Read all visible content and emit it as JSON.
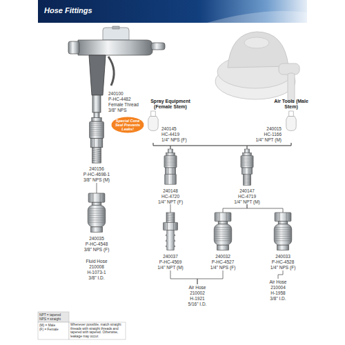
{
  "diagram": {
    "title": "Hose Fittings",
    "nodes": [
      {
        "text": [
          "240100",
          "P-HC-4482",
          "Female Thread",
          "3/8\" NPS"
        ]
      },
      {
        "text": [
          "Special Cone Seal Prevents Leaks!"
        ]
      },
      {
        "text": [
          "Spray Equipment (Female Stem)",
          "240145",
          "HC-4419",
          "1/4\" NPS (F)"
        ]
      },
      {
        "text": [
          "Air Tools (Male Stem)",
          "240015",
          "HC-1166",
          "1/4\" NPT (M)"
        ]
      },
      {
        "text": [
          "240156",
          "P-HC-4698-1",
          "3/8\" NPS (M)"
        ]
      },
      {
        "text": [
          "240148",
          "HC-4720",
          "1/4\" NPT (F)"
        ]
      },
      {
        "text": [
          "240147",
          "HC-4719",
          "1/4\" NPT (M)"
        ]
      },
      {
        "text": [
          "240035",
          "P-HC-4548",
          "3/8\" NPS (F)"
        ]
      },
      {
        "text": [
          "240037",
          "P-HC-4569",
          "1/4\" NPT (M)"
        ]
      },
      {
        "text": [
          "240032",
          "P-HC-4527",
          "1/4\" NPS (F)"
        ]
      },
      {
        "text": [
          "240033",
          "P-HC-4528",
          "1/4\" NPS (F)"
        ]
      },
      {
        "text": [
          "Air Hose",
          "210002",
          "H-1921",
          "5/16\" I.D."
        ]
      },
      {
        "text": [
          "Air Hose",
          "210004",
          "H-1958",
          "3/8\" I.D."
        ]
      }
    ],
    "edges": [
      {
        "from": 0,
        "to": 4,
        "arrow": "none"
      },
      {
        "from": 4,
        "to": 7,
        "arrow": "none"
      },
      {
        "from": 2,
        "to": 5,
        "arrow": "none"
      },
      {
        "from": 2,
        "to": 6,
        "arrow": "none"
      },
      {
        "from": 3,
        "to": 5,
        "arrow": "none"
      },
      {
        "from": 3,
        "to": 6,
        "arrow": "none"
      },
      {
        "from": 5,
        "to": 8,
        "arrow": "none"
      },
      {
        "from": 6,
        "to": 9,
        "arrow": "none"
      },
      {
        "from": 6,
        "to": 10,
        "arrow": "none"
      },
      {
        "from": 8,
        "to": 11,
        "arrow": "none"
      },
      {
        "from": 9,
        "to": 11,
        "arrow": "none"
      },
      {
        "from": 10,
        "to": 12,
        "arrow": "none"
      }
    ],
    "labels": [
      "Fluid Hose",
      "210008",
      "H-1073-1",
      "3/8\" I.D.",
      "NPT = tapered",
      "NPS = straight",
      "(M) = Male",
      "(F) = Female",
      "Whenever possible, match straight threads with straight threads and tapered with tapered. Otherwise, leakage may occur."
    ]
  }
}
